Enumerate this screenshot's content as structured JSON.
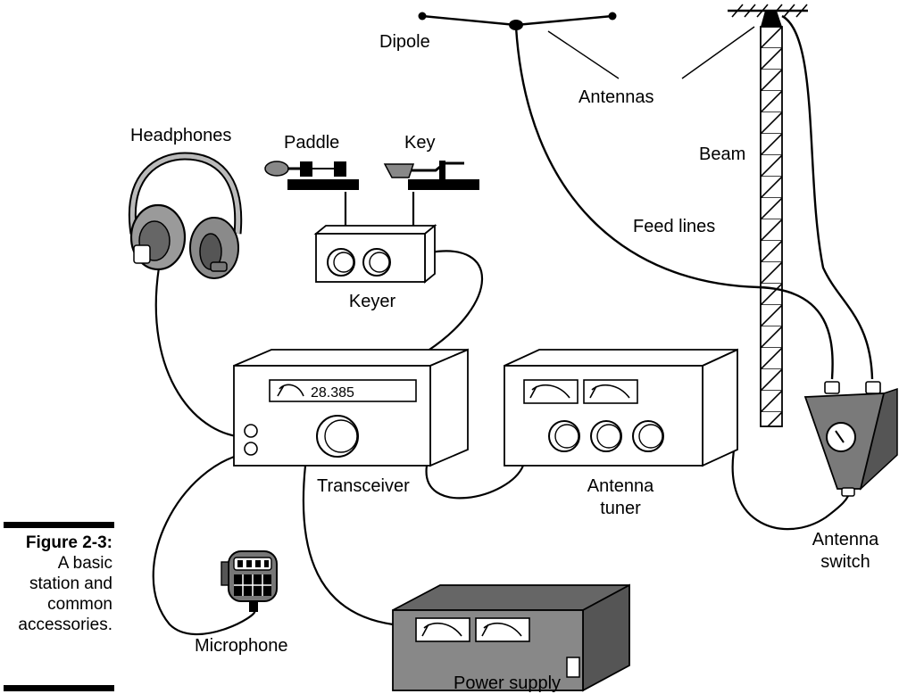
{
  "figure": {
    "number": "Figure 2-3:",
    "caption_lines": [
      "A basic",
      "station and",
      "common",
      "accessories."
    ]
  },
  "labels": {
    "dipole": "Dipole",
    "antennas": "Antennas",
    "beam": "Beam",
    "feed_lines": "Feed lines",
    "headphones": "Headphones",
    "paddle": "Paddle",
    "key": "Key",
    "keyer": "Keyer",
    "transceiver": "Transceiver",
    "antenna_tuner": [
      "Antenna",
      "tuner"
    ],
    "antenna_switch": [
      "Antenna",
      "switch"
    ],
    "microphone": "Microphone",
    "power_supply": "Power supply"
  },
  "transceiver_display": "28.385"
}
